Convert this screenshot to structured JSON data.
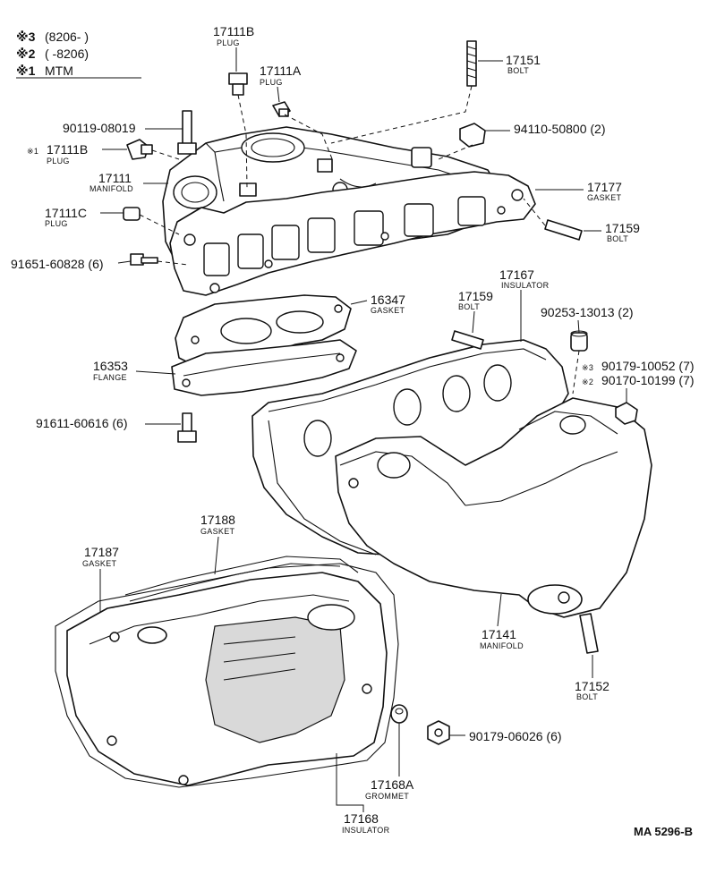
{
  "legend": {
    "items": [
      {
        "mark": "※3",
        "text": "(8206-        )"
      },
      {
        "mark": "※2",
        "text": "(        -8206)"
      },
      {
        "mark": "※1",
        "text": "MTM"
      }
    ]
  },
  "parts": {
    "p17111B_top": {
      "number": "17111B",
      "name": "PLUG"
    },
    "p17111A": {
      "number": "17111A",
      "name": "PLUG"
    },
    "p17151": {
      "number": "17151",
      "name": "BOLT"
    },
    "p90119": {
      "number": "90119-08019"
    },
    "p94110": {
      "number": "94110-50800 (2)"
    },
    "p17111B_left": {
      "mark": "※1",
      "number": "17111B",
      "name": "PLUG"
    },
    "p17111": {
      "number": "17111",
      "name": "MANIFOLD"
    },
    "p17177": {
      "number": "17177",
      "name": "GASKET"
    },
    "p17111C": {
      "number": "17111C",
      "name": "PLUG"
    },
    "p17159_right": {
      "number": "17159",
      "name": "BOLT"
    },
    "p91651": {
      "number": "91651-60828 (6)"
    },
    "p17167": {
      "number": "17167",
      "name": "INSULATOR"
    },
    "p16347": {
      "number": "16347",
      "name": "GASKET"
    },
    "p17159_mid": {
      "number": "17159",
      "name": "BOLT"
    },
    "p90253": {
      "number": "90253-13013 (2)"
    },
    "p16353": {
      "number": "16353",
      "name": "FLANGE"
    },
    "p90179_10052": {
      "mark": "※3",
      "number": "90179-10052 (7)"
    },
    "p90170": {
      "mark": "※2",
      "number": "90170-10199 (7)"
    },
    "p91611": {
      "number": "91611-60616 (6)"
    },
    "p17188": {
      "number": "17188",
      "name": "GASKET"
    },
    "p17187": {
      "number": "17187",
      "name": "GASKET"
    },
    "p17141": {
      "number": "17141",
      "name": "MANIFOLD"
    },
    "p17152": {
      "number": "17152",
      "name": "BOLT"
    },
    "p90179_06026": {
      "number": "90179-06026 (6)"
    },
    "p17168A": {
      "number": "17168A",
      "name": "GROMMET"
    },
    "p17168": {
      "number": "17168",
      "name": "INSULATOR"
    }
  },
  "reference": "MA 5296-B"
}
